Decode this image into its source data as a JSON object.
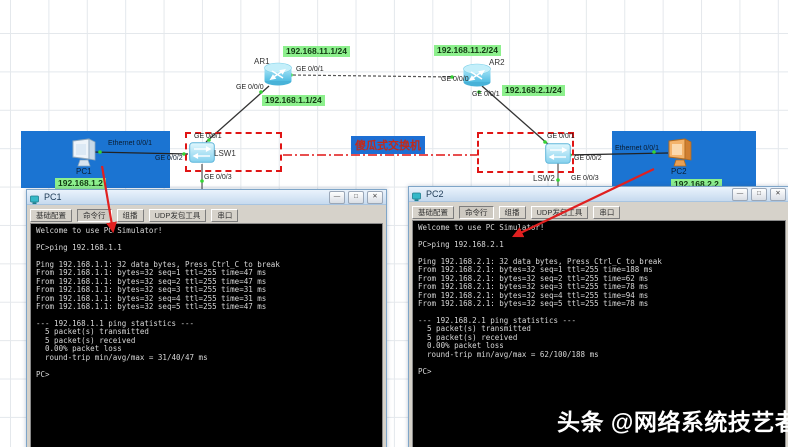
{
  "topology": {
    "annotation_label": "傻瓜式交换机",
    "devices": {
      "ar1": {
        "name": "AR1",
        "ip_wan": "192.168.11.1/24",
        "ip_lan": "192.168.1.1/24",
        "port_wan": "GE 0/0/1",
        "port_lan": "GE 0/0/0"
      },
      "ar2": {
        "name": "AR2",
        "ip_wan": "192.168.11.2/24",
        "ip_lan": "192.168.2.1/24",
        "port_wan": "GE 0/0/0",
        "port_lan": "GE 0/0/1"
      },
      "lsw1": {
        "name": "LSW1",
        "port_top": "GE 0/0/1",
        "port_pc": "GE 0/0/2",
        "port_down": "GE 0/0/3"
      },
      "lsw2": {
        "name": "LSW2",
        "port_top": "GE 0/0/1",
        "port_pc": "GE 0/0/2",
        "port_down": "GE 0/0/3"
      },
      "pc1": {
        "name": "PC1",
        "ip": "192.168.1.2",
        "link": "Ethernet 0/0/1"
      },
      "pc2": {
        "name": "PC2",
        "ip": "192.168.2.2",
        "link": "Ethernet 0/0/1"
      }
    }
  },
  "pc1_window": {
    "title": "PC1",
    "tabs": [
      "基础配置",
      "命令行",
      "组播",
      "UDP发包工具",
      "串口"
    ],
    "active_tab": "命令行",
    "controls": {
      "minimize": "—",
      "maximize": "□",
      "close": "✕"
    },
    "console": "Welcome to use PC Simulator!\n\nPC>ping 192.168.1.1\n\nPing 192.168.1.1: 32 data bytes, Press Ctrl_C to break\nFrom 192.168.1.1: bytes=32 seq=1 ttl=255 time=47 ms\nFrom 192.168.1.1: bytes=32 seq=2 ttl=255 time=47 ms\nFrom 192.168.1.1: bytes=32 seq=3 ttl=255 time=31 ms\nFrom 192.168.1.1: bytes=32 seq=4 ttl=255 time=31 ms\nFrom 192.168.1.1: bytes=32 seq=5 ttl=255 time=47 ms\n\n--- 192.168.1.1 ping statistics ---\n  5 packet(s) transmitted\n  5 packet(s) received\n  0.00% packet loss\n  round-trip min/avg/max = 31/40/47 ms\n\nPC>"
  },
  "pc2_window": {
    "title": "PC2",
    "tabs": [
      "基础配置",
      "命令行",
      "组播",
      "UDP发包工具",
      "串口"
    ],
    "active_tab": "命令行",
    "controls": {
      "minimize": "—",
      "maximize": "□",
      "close": "✕"
    },
    "console": "Welcome to use PC Simulator!\n\nPC>ping 192.168.2.1\n\nPing 192.168.2.1: 32 data bytes, Press Ctrl_C to break\nFrom 192.168.2.1: bytes=32 seq=1 ttl=255 time=188 ms\nFrom 192.168.2.1: bytes=32 seq=2 ttl=255 time=62 ms\nFrom 192.168.2.1: bytes=32 seq=3 ttl=255 time=78 ms\nFrom 192.168.2.1: bytes=32 seq=4 ttl=255 time=94 ms\nFrom 192.168.2.1: bytes=32 seq=5 ttl=255 time=78 ms\n\n--- 192.168.2.1 ping statistics ---\n  5 packet(s) transmitted\n  5 packet(s) received\n  0.00% packet loss\n  round-trip min/avg/max = 62/100/188 ms\n\nPC>"
  },
  "watermark": {
    "brand": "头条",
    "handle": "@网络系统技艺者"
  },
  "colors": {
    "selection_blue": "#1b74d2",
    "ip_label_green": "#8df08d",
    "annotation_red": "#e01515",
    "console_bg": "#000000",
    "console_text": "#d8d8d8"
  }
}
